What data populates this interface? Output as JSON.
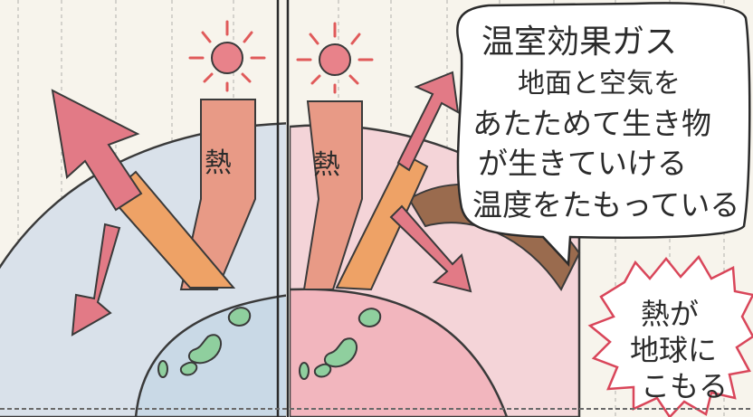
{
  "panels": {
    "left": {
      "heat_label": "熱"
    },
    "right": {
      "heat_label": "熱"
    }
  },
  "speech_bubble": {
    "lines": [
      "温室効果ガス",
      "地面と空気を",
      "あたためて生き物",
      "が生きていける",
      "温度をたもっている"
    ]
  },
  "burst_bubble": {
    "lines": [
      "熱が",
      "地球に",
      "こもる"
    ]
  },
  "colors": {
    "paper": "#f7f4ec",
    "sun": "#e8828a",
    "arrow_pink": "#e27a86",
    "arrow_orange": "#eea266",
    "earth_left": "#c9d9e6",
    "earth_right": "#f2b6be",
    "atmosphere": "#9a6b4e",
    "land": "#8fcf9e"
  }
}
